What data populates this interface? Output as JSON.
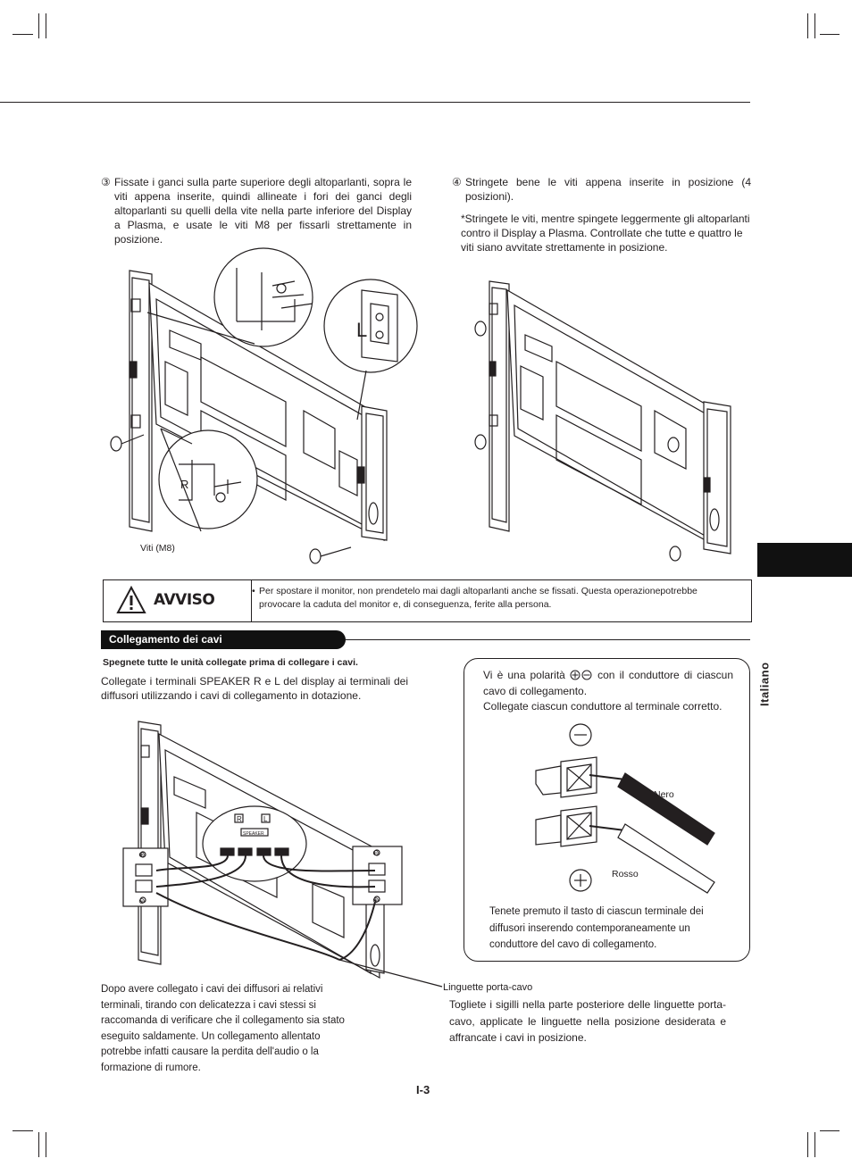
{
  "step3": {
    "marker": "③",
    "text": "Fissate i ganci sulla parte superiore degli altoparlanti, sopra le viti appena inserite, quindi allineate i fori dei ganci degli altoparlanti su quelli della vite nella parte inferiore del Display a Plasma, e usate le viti M8 per fissarli strettamente in posizione."
  },
  "step4": {
    "marker": "④",
    "text": "Stringete bene le viti appena inserite in posizione (4 posizioni).",
    "note": "*Stringete le viti, mentre spingete leggermente gli altoparlanti contro il Display a Plasma. Controllate che tutte e quattro le viti siano avvitate strettamente in posizione."
  },
  "figure1": {
    "screws_label": "Viti (M8)",
    "label_L": "L",
    "label_R": "R"
  },
  "warning": {
    "title": "AVVISO",
    "bullet": "•",
    "text": "Per spostare il monitor, non prendetelo mai dagli altoparlanti anche se fissati. Questa operazionepotrebbe provocare la caduta del monitor e, di conseguenza, ferite alla persona."
  },
  "side_tab": {
    "language": "Italiano"
  },
  "section": {
    "title": "Collegamento dei cavi",
    "bold_note": "Spegnete tutte le unità collegate prima di collegare i cavi.",
    "intro": "Collegate i terminali SPEAKER R e L del display ai terminali dei diffusori utilizzando i cavi di collegamento in dotazione."
  },
  "polarity_box": {
    "text1_a": "Vi è una polarità",
    "text1_b": "con il conduttore di ciascun cavo di collegamento.",
    "text2": "Collegate ciascun conduttore al terminale corretto.",
    "label_black": "Nero",
    "label_red": "Rosso",
    "text3": "Tenete premuto il tasto di ciascun terminale dei diffusori inserendo contemporaneamente un conduttore del cavo di collegamento."
  },
  "figure3": {
    "terminal_R": "R",
    "terminal_L": "L",
    "speaker_label": "SPEAKER",
    "plus": "⊕",
    "minus": "⊖"
  },
  "after_connect": {
    "text": "Dopo avere collegato i cavi dei diffusori ai relativi terminali, tirando con delicatezza i cavi stessi si raccomanda di verificare che il collegamento sia stato eseguito saldamente. Un collegamento allentato potrebbe infatti causare la perdita dell'audio o la formazione di rumore."
  },
  "cable_tie": {
    "title": "Linguette porta-cavo",
    "text": "Togliete i sigilli nella parte posteriore delle linguette porta-cavo, applicate le linguette nella posizione desiderata e affrancate i cavi in posizione."
  },
  "page_number": "I-3"
}
